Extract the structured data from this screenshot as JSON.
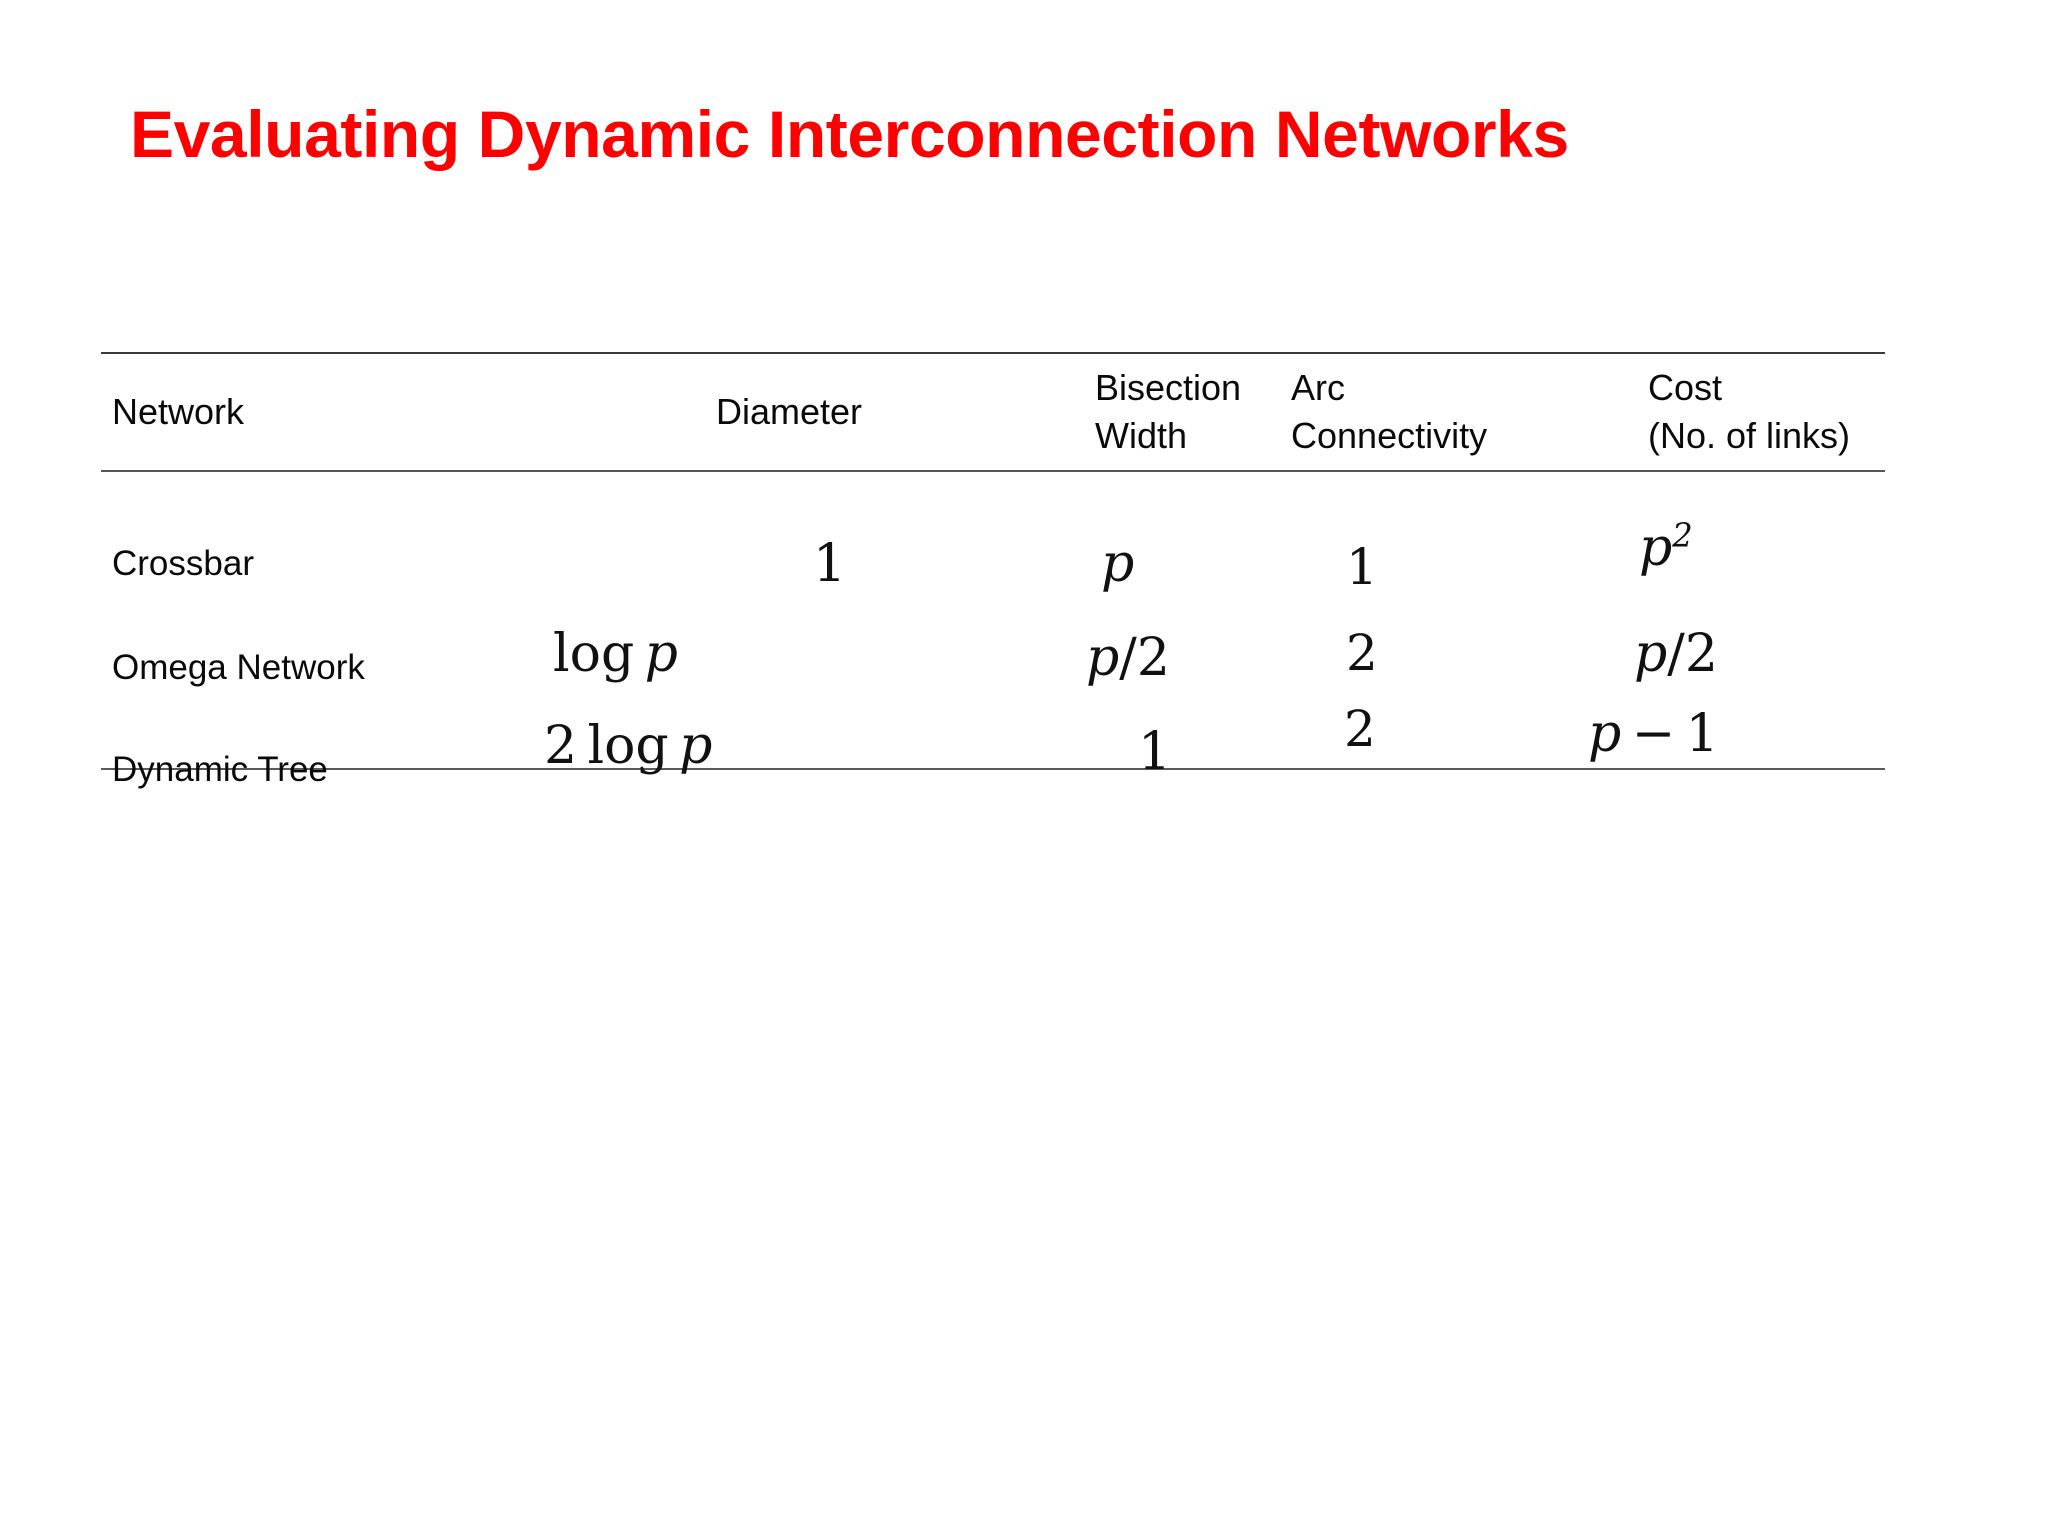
{
  "slide": {
    "title": "Evaluating Dynamic Interconnection Networks",
    "title_color": "#ff0000",
    "background_color": "#ffffff"
  },
  "table": {
    "columns": [
      {
        "key": "network",
        "label": "Network"
      },
      {
        "key": "diameter",
        "label": "Diameter"
      },
      {
        "key": "bisection",
        "label": "Bisection\nWidth"
      },
      {
        "key": "arc",
        "label": "Arc\nConnectivity"
      },
      {
        "key": "cost",
        "label": "Cost\n(No. of links)"
      }
    ],
    "rows": [
      {
        "network": "Crossbar",
        "diameter": "1",
        "bisection": "p",
        "arc": "1",
        "cost": "p²"
      },
      {
        "network": "Omega Network",
        "diameter": "log p",
        "bisection": "p/2",
        "arc": "2",
        "cost": "p/2"
      },
      {
        "network": "Dynamic Tree",
        "diameter": "2 log p",
        "bisection": "1",
        "arc": "2",
        "cost": "p − 1"
      }
    ]
  }
}
